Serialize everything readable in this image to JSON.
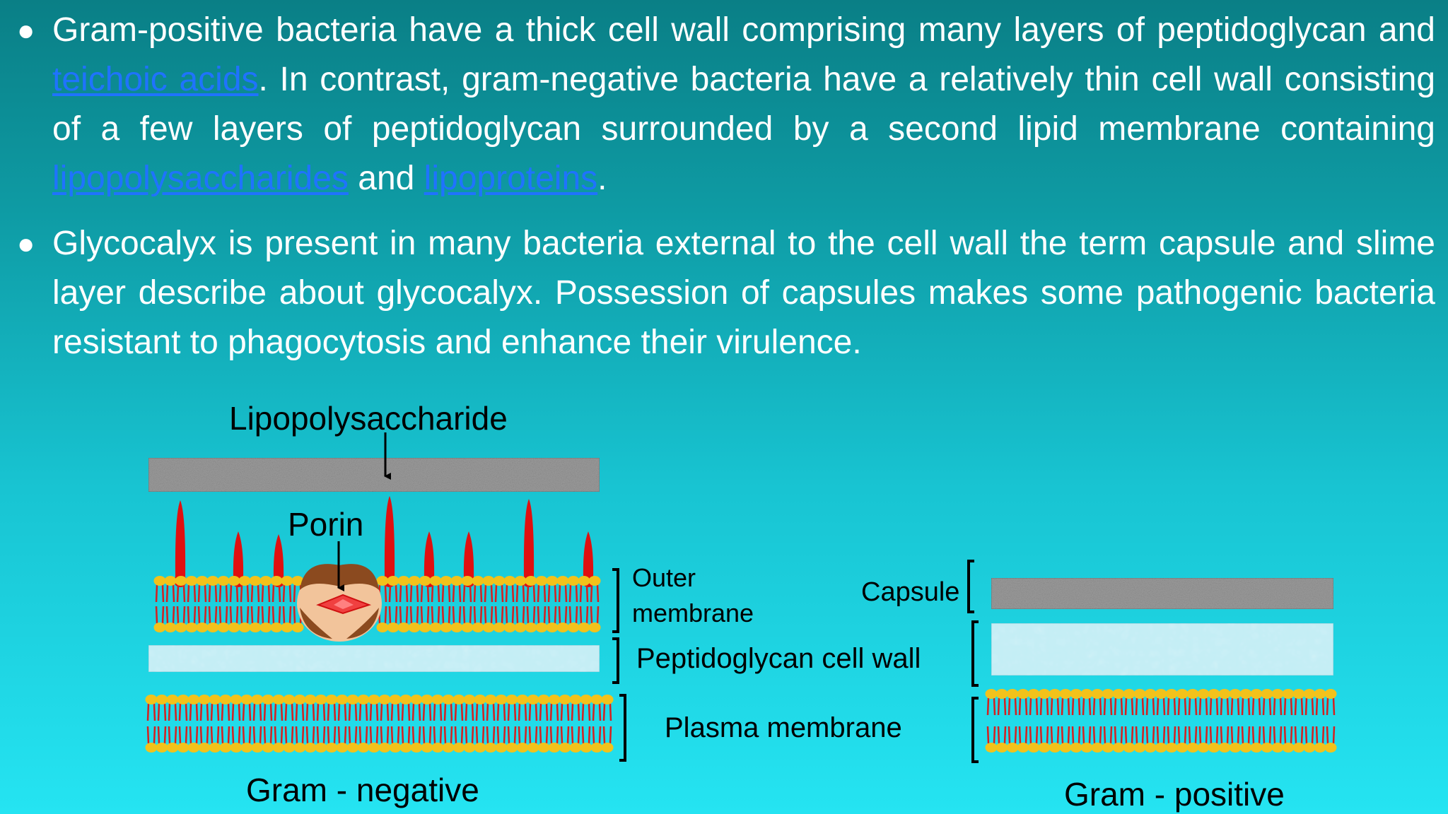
{
  "bullets": [
    {
      "parts": [
        {
          "text": "Gram-positive bacteria have a thick cell wall comprising many layers of peptidoglycan and ",
          "link": false
        },
        {
          "text": "teichoic acids",
          "link": true
        },
        {
          "text": ". In contrast, gram-negative bacteria have a relatively thin cell wall consisting of a few layers of peptidoglycan surrounded by a second lipid membrane containing ",
          "link": false
        },
        {
          "text": "lipopolysaccharides",
          "link": true
        },
        {
          "text": " and ",
          "link": false
        },
        {
          "text": "lipoproteins",
          "link": true
        },
        {
          "text": ".",
          "link": false
        }
      ]
    },
    {
      "parts": [
        {
          "text": "Glycocalyx is present in many bacteria external to the cell wall the term capsule and slime layer describe about glycocalyx. Possession of capsules makes some pathogenic bacteria resistant to phagocytosis and enhance their virulence.",
          "link": false
        }
      ]
    }
  ],
  "diagram": {
    "label_lps": "Lipopolysaccharide",
    "label_porin": "Porin",
    "label_outer_1": "Outer",
    "label_outer_2": "membrane",
    "label_peptidoglycan": "Peptidoglycan cell wall",
    "label_plasma": "Plasma membrane",
    "label_capsule": "Capsule",
    "label_gram_negative": "Gram - negative",
    "label_gram_positive": "Gram - positive"
  },
  "colors": {
    "link": "#1f73ff",
    "lipid_head": "#f2c21b",
    "lipid_tail": "#d42020",
    "lps": "#e01010",
    "peptidoglycan": "#c4eef5",
    "capsule": "#9a9a9a",
    "porin": "#8b4a1f"
  },
  "icons": [
    "bullet-dot",
    "arrow-down"
  ]
}
